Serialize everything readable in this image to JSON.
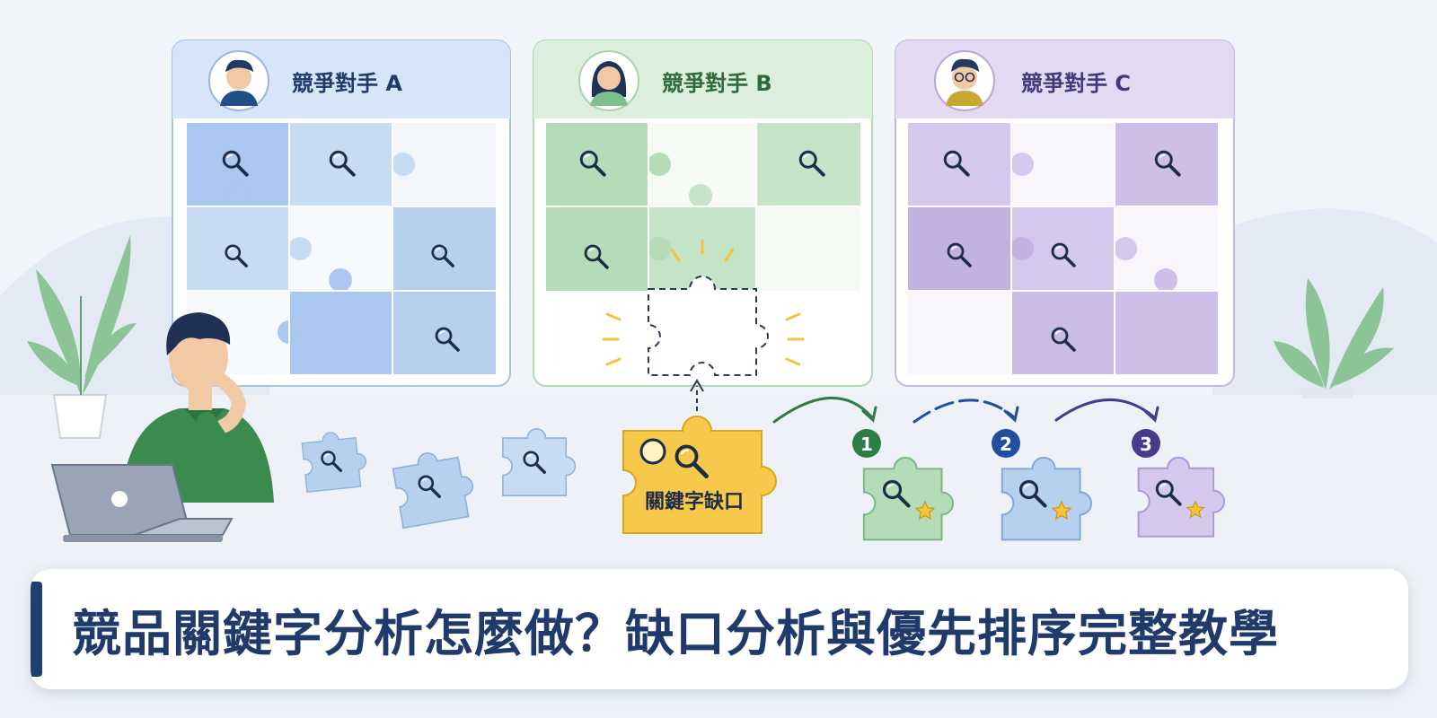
{
  "banner": {
    "title": "競品關鍵字分析怎麼做？缺口分析與優先排序完整教學",
    "accent_color": "#1f3f73"
  },
  "competitors": [
    {
      "label": "競爭對手 A",
      "theme": "blue"
    },
    {
      "label": "競爭對手 B",
      "theme": "green"
    },
    {
      "label": "競爭對手 C",
      "theme": "purple"
    }
  ],
  "gap_piece": {
    "label": "關鍵字缺口",
    "color": "#f6c94a"
  },
  "priority": [
    {
      "rank": "1",
      "color": "#2e7d45"
    },
    {
      "rank": "2",
      "color": "#1f4f9e"
    },
    {
      "rank": "3",
      "color": "#4a3a8c"
    }
  ],
  "icons": [
    "magnifier-icon",
    "star-icon",
    "puzzle-piece-icon",
    "laptop-icon",
    "plant-icon",
    "person-avatar-icon"
  ]
}
